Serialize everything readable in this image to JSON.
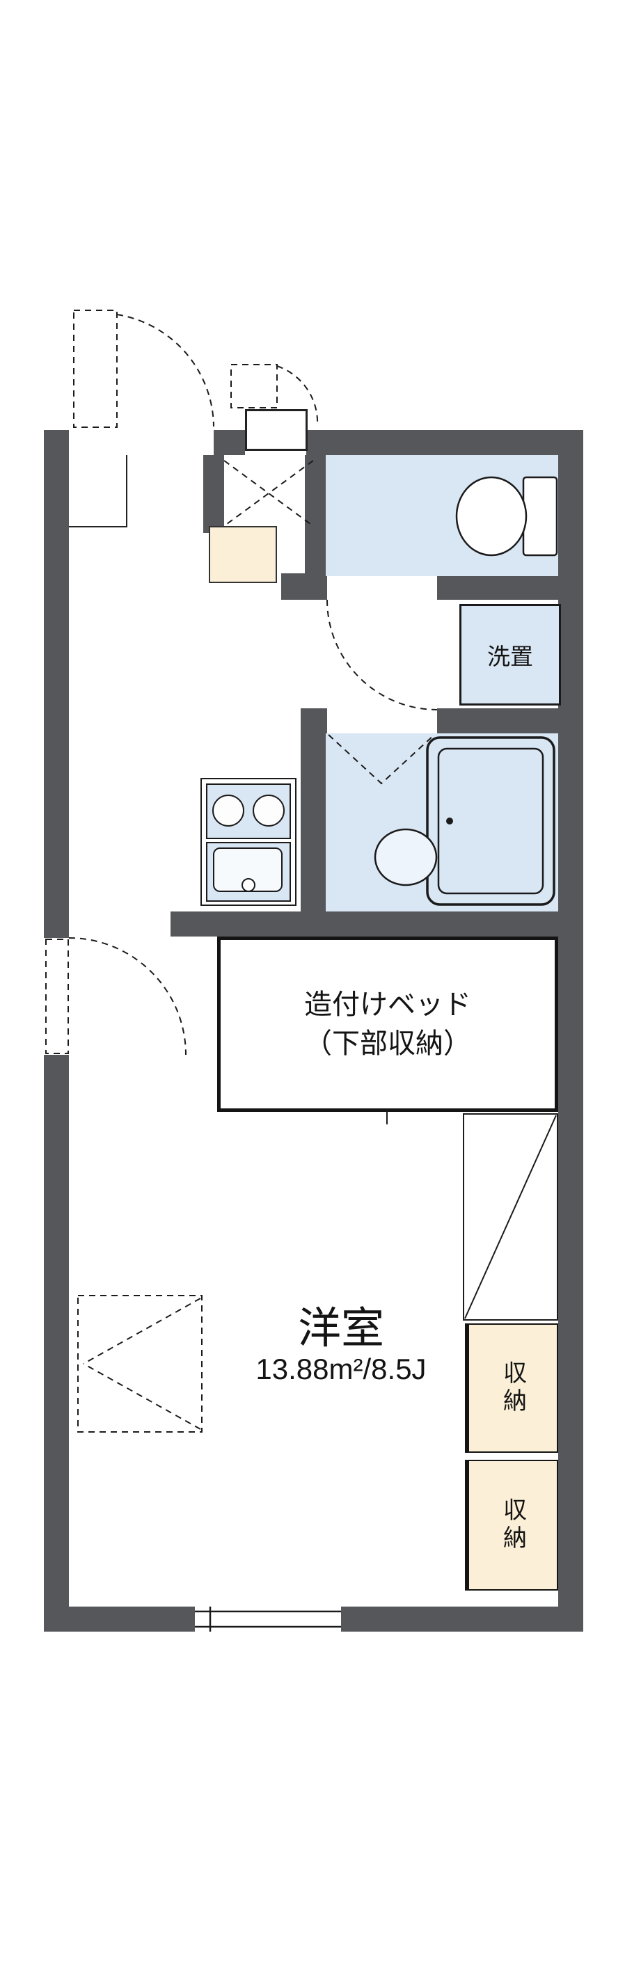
{
  "plan": {
    "labels": {
      "washer": "洗置",
      "bed_line1": "造付けベッド",
      "bed_line2": "（下部収納）",
      "room_name": "洋室",
      "room_area": "13.88m²/8.5J",
      "storage_upper": "収納",
      "storage_lower": "収納"
    },
    "colors": {
      "wall_gray": "#56575b",
      "water_blue": "#d9e6f4",
      "storage_cream": "#fbf0d7",
      "line_black": "#1b1b1b"
    },
    "fixtures": [
      "toilet-icon",
      "washbasin-icon",
      "bathtub-icon",
      "stove-icon",
      "sink-icon"
    ]
  }
}
